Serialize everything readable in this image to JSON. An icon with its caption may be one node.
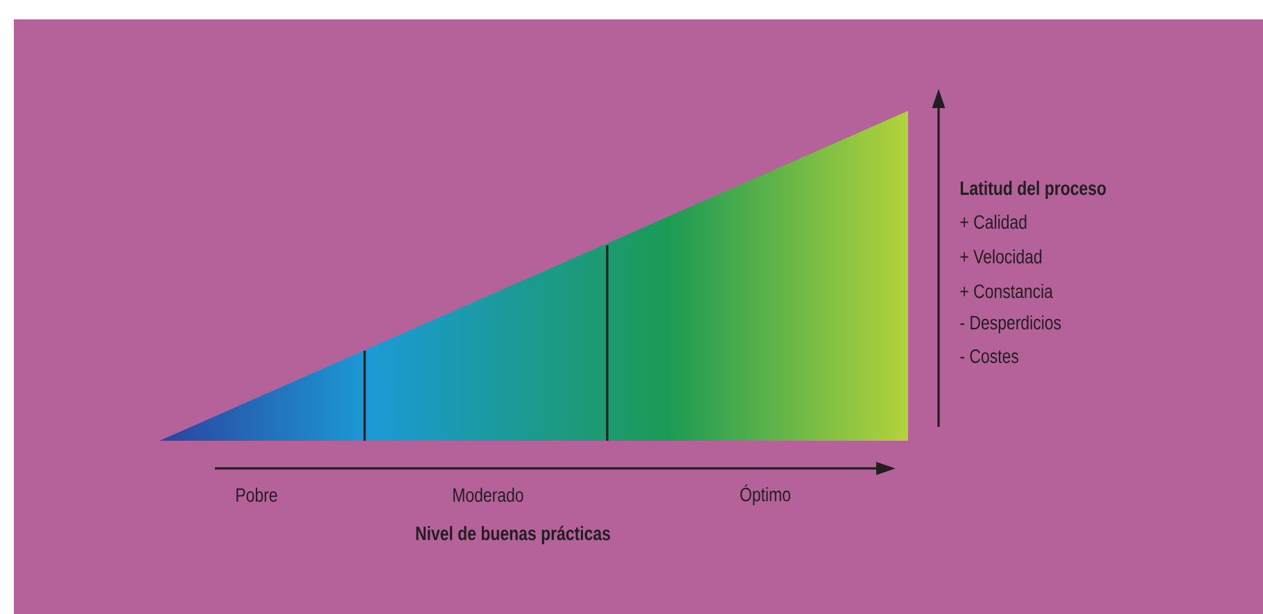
{
  "diagram": {
    "labels": [
      "Latitud del proceso",
      "+ Calidad",
      "+ Velocidad",
      "+ Constancia",
      "- Desperdicios",
      "- Costes",
      "Pobre",
      "Moderado",
      "Óptimo",
      "Nivel de buenas prácticas"
    ]
  }
}
